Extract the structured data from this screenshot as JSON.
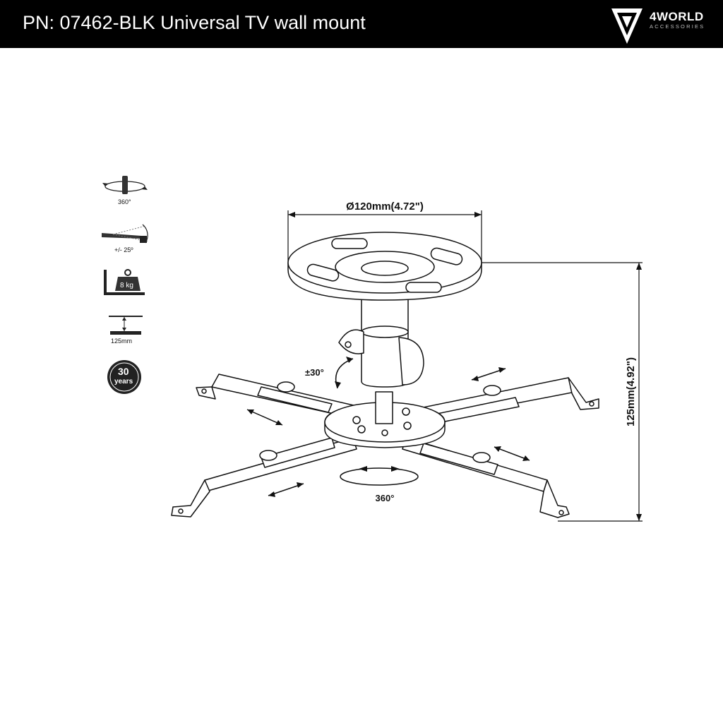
{
  "header": {
    "title": "PN: 07462-BLK Universal TV wall mount",
    "brand_name": "4WORLD",
    "brand_sub": "ACCESSORIES"
  },
  "features": {
    "rotation_label": "360°",
    "tilt_label": "+/- 25º",
    "load_label": "8 kg",
    "extension_label": "125mm",
    "warranty_number": "30",
    "warranty_word": "years"
  },
  "diagram": {
    "plate_diameter_label": "Ø120mm(4.72\")",
    "height_label": "125mm(4.92\")",
    "swivel_label": "±30°",
    "base_rotation_label": "360°"
  }
}
